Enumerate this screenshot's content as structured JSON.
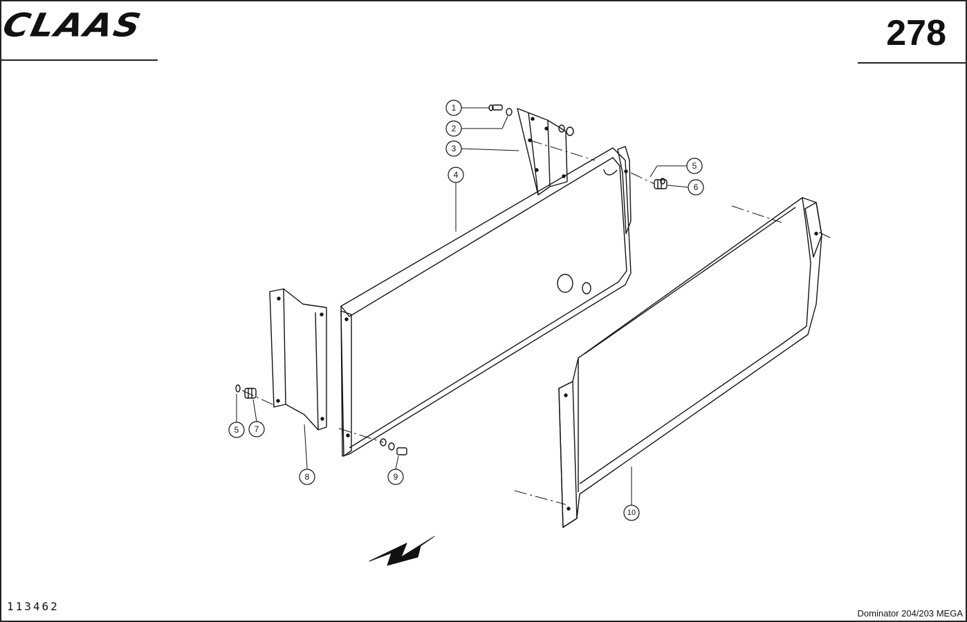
{
  "header": {
    "brand": "CLAAS",
    "page_number": "278"
  },
  "footer": {
    "document_number": "113462",
    "model": "Dominator 204/203 MEGA"
  },
  "callouts": [
    "1",
    "2",
    "3",
    "4",
    "5",
    "6",
    "5",
    "7",
    "8",
    "9",
    "10"
  ]
}
